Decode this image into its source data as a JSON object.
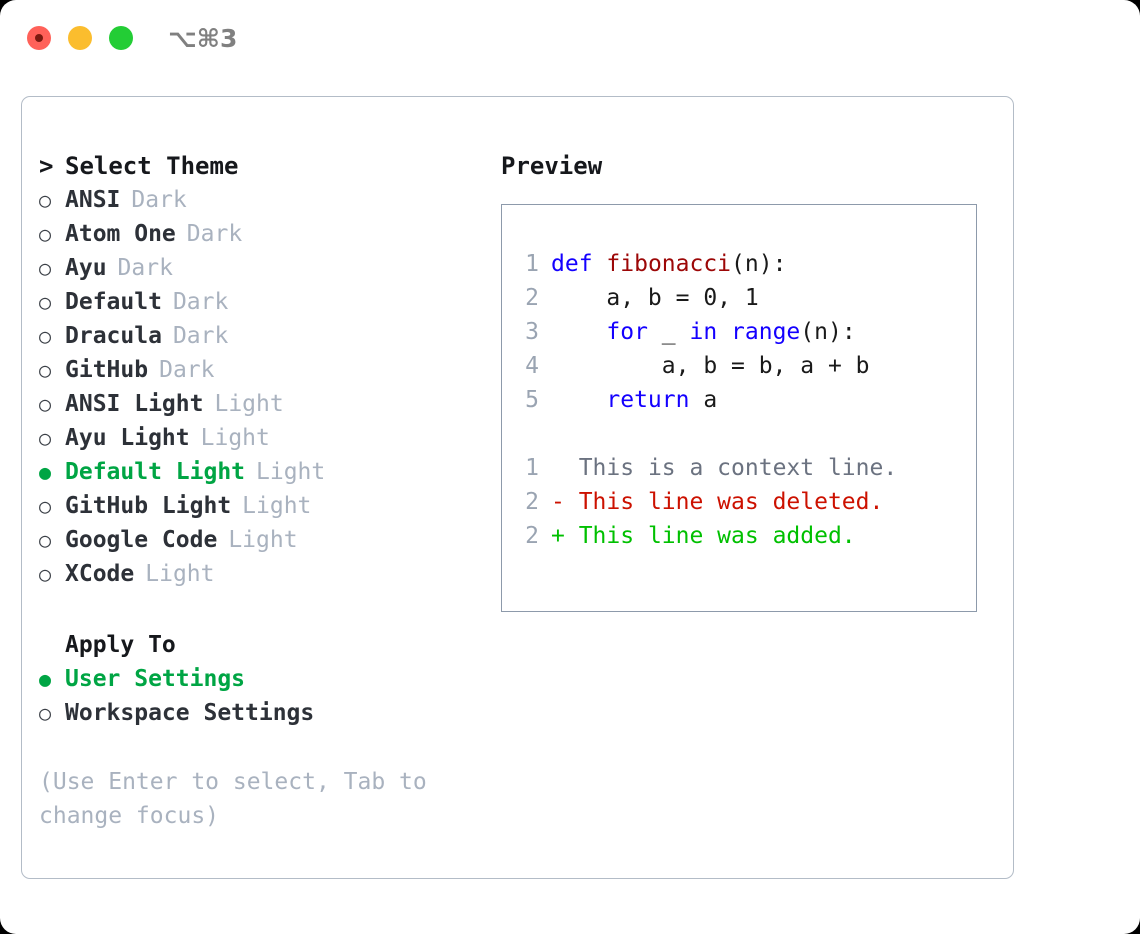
{
  "titlebar": {
    "shortcut": "⌥⌘3",
    "lights": [
      "close",
      "minimize",
      "zoom"
    ]
  },
  "theme_picker": {
    "heading": "Select Theme",
    "caret": ">",
    "bullet_unselected": "○",
    "bullet_selected": "●",
    "accent_color": "#00a544",
    "items": [
      {
        "name": "ANSI",
        "variant": "Dark",
        "selected": false
      },
      {
        "name": "Atom One",
        "variant": "Dark",
        "selected": false
      },
      {
        "name": "Ayu",
        "variant": "Dark",
        "selected": false
      },
      {
        "name": "Default",
        "variant": "Dark",
        "selected": false
      },
      {
        "name": "Dracula",
        "variant": "Dark",
        "selected": false
      },
      {
        "name": "GitHub",
        "variant": "Dark",
        "selected": false
      },
      {
        "name": "ANSI Light",
        "variant": "Light",
        "selected": false
      },
      {
        "name": "Ayu Light",
        "variant": "Light",
        "selected": false
      },
      {
        "name": "Default Light",
        "variant": "Light",
        "selected": true
      },
      {
        "name": "GitHub Light",
        "variant": "Light",
        "selected": false
      },
      {
        "name": "Google Code",
        "variant": "Light",
        "selected": false
      },
      {
        "name": "XCode",
        "variant": "Light",
        "selected": false
      }
    ]
  },
  "apply_to": {
    "heading": "Apply To",
    "items": [
      {
        "label": "User Settings",
        "selected": true
      },
      {
        "label": "Workspace Settings",
        "selected": false
      }
    ]
  },
  "hint": "(Use Enter to select, Tab to change focus)",
  "preview": {
    "title": "Preview",
    "code_lines": [
      {
        "num": "1",
        "tokens": [
          {
            "t": "def",
            "c": "kw"
          },
          {
            "t": " ",
            "c": "pl"
          },
          {
            "t": "fibonacci",
            "c": "fn"
          },
          {
            "t": "(n):",
            "c": "pl"
          }
        ]
      },
      {
        "num": "2",
        "tokens": [
          {
            "t": "    a, b = 0, 1",
            "c": "pl"
          }
        ]
      },
      {
        "num": "3",
        "tokens": [
          {
            "t": "    ",
            "c": "pl"
          },
          {
            "t": "for",
            "c": "kw"
          },
          {
            "t": " _ ",
            "c": "pl"
          },
          {
            "t": "in",
            "c": "kw"
          },
          {
            "t": " ",
            "c": "pl"
          },
          {
            "t": "range",
            "c": "kw"
          },
          {
            "t": "(n):",
            "c": "pl"
          }
        ]
      },
      {
        "num": "4",
        "tokens": [
          {
            "t": "        a, b = b, a + b",
            "c": "pl"
          }
        ]
      },
      {
        "num": "5",
        "tokens": [
          {
            "t": "    ",
            "c": "pl"
          },
          {
            "t": "return",
            "c": "kw"
          },
          {
            "t": " a",
            "c": "pl"
          }
        ]
      }
    ],
    "diff_lines": [
      {
        "num": "1",
        "marker": " ",
        "text": " This is a context line.",
        "kind": "ctx"
      },
      {
        "num": "2",
        "marker": "-",
        "text": " This line was deleted.",
        "kind": "del"
      },
      {
        "num": "2",
        "marker": "+",
        "text": " This line was added.",
        "kind": "add"
      }
    ]
  }
}
